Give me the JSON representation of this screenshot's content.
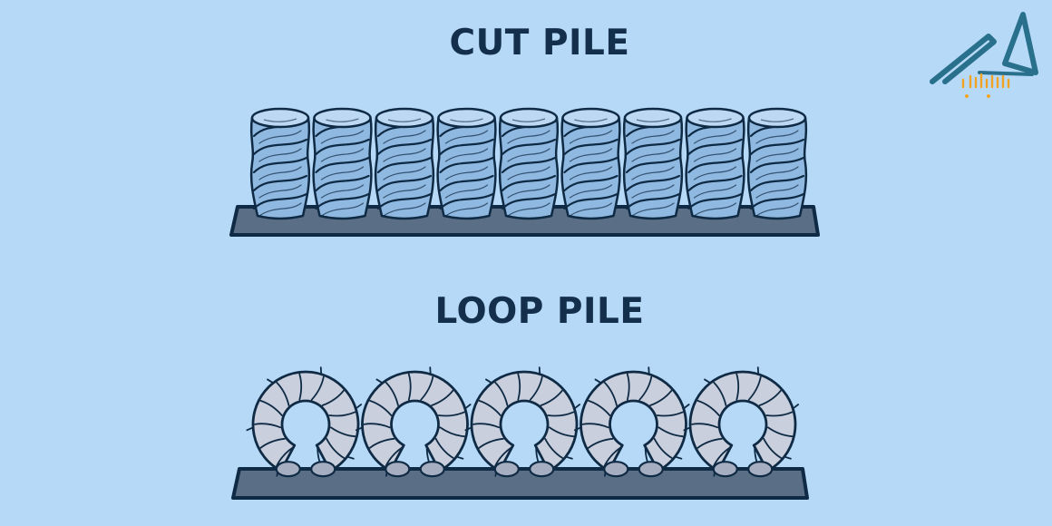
{
  "diagram": {
    "cut_pile": {
      "title": "CUT PILE",
      "tuft_count": 9
    },
    "loop_pile": {
      "title": "LOOP PILE",
      "loop_count": 5
    }
  },
  "colors": {
    "background": "#b7d9f8",
    "text": "#132f4c",
    "outline": "#0f2a44",
    "backing": "#5a6f85",
    "cut_tuft": "#8fb9e0",
    "cut_tuft_light": "#bcd8f2",
    "loop_fill": "#c9cfdc",
    "loop_shadow": "#a6aec1",
    "logo": "#28708c",
    "logo_accent": "#f0a421"
  },
  "logo": {
    "icon": "house-roof-logo-icon"
  }
}
